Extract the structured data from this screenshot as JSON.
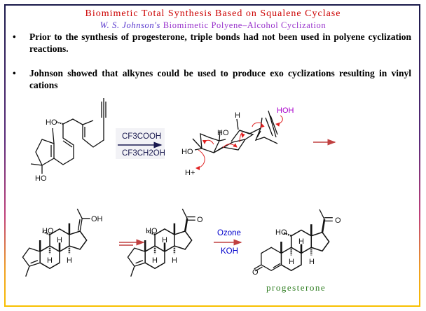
{
  "slide": {
    "title": "Biomimetic Total Synthesis Based on Squalene Cyclase",
    "subtitle_italic": "W. S. Johnson's",
    "subtitle_rest": " Biomimetic Polyene–Alcohol Cyclization",
    "bullets": [
      {
        "marker": "•",
        "text": "Prior to the synthesis of progesterone, triple bonds had not been used in polyene cyclization reactions."
      },
      {
        "marker": "•",
        "text": "Johnson showed that alkynes could be used to produce exo cyclizations resulting in vinyl cations"
      }
    ]
  },
  "scheme": {
    "reagent1_top": "CF3COOH",
    "reagent1_bottom": "CF3CH2OH",
    "labels": {
      "ho": "HO",
      "oh": "OH",
      "h": "H",
      "hoh": "HOH",
      "h_plus": "H+",
      "o": "O"
    },
    "reagent2_top": "Ozone",
    "reagent2_bottom": "KOH",
    "product_name": "progesterone"
  },
  "colors": {
    "title": "#cc0000",
    "subtitle": "#9933cc",
    "reagent2": "#0000cc",
    "arrow_red": "#c04040",
    "mech_arrow": "#e02020",
    "hoh": "#aa00cc",
    "product_label": "#2e7d20"
  }
}
